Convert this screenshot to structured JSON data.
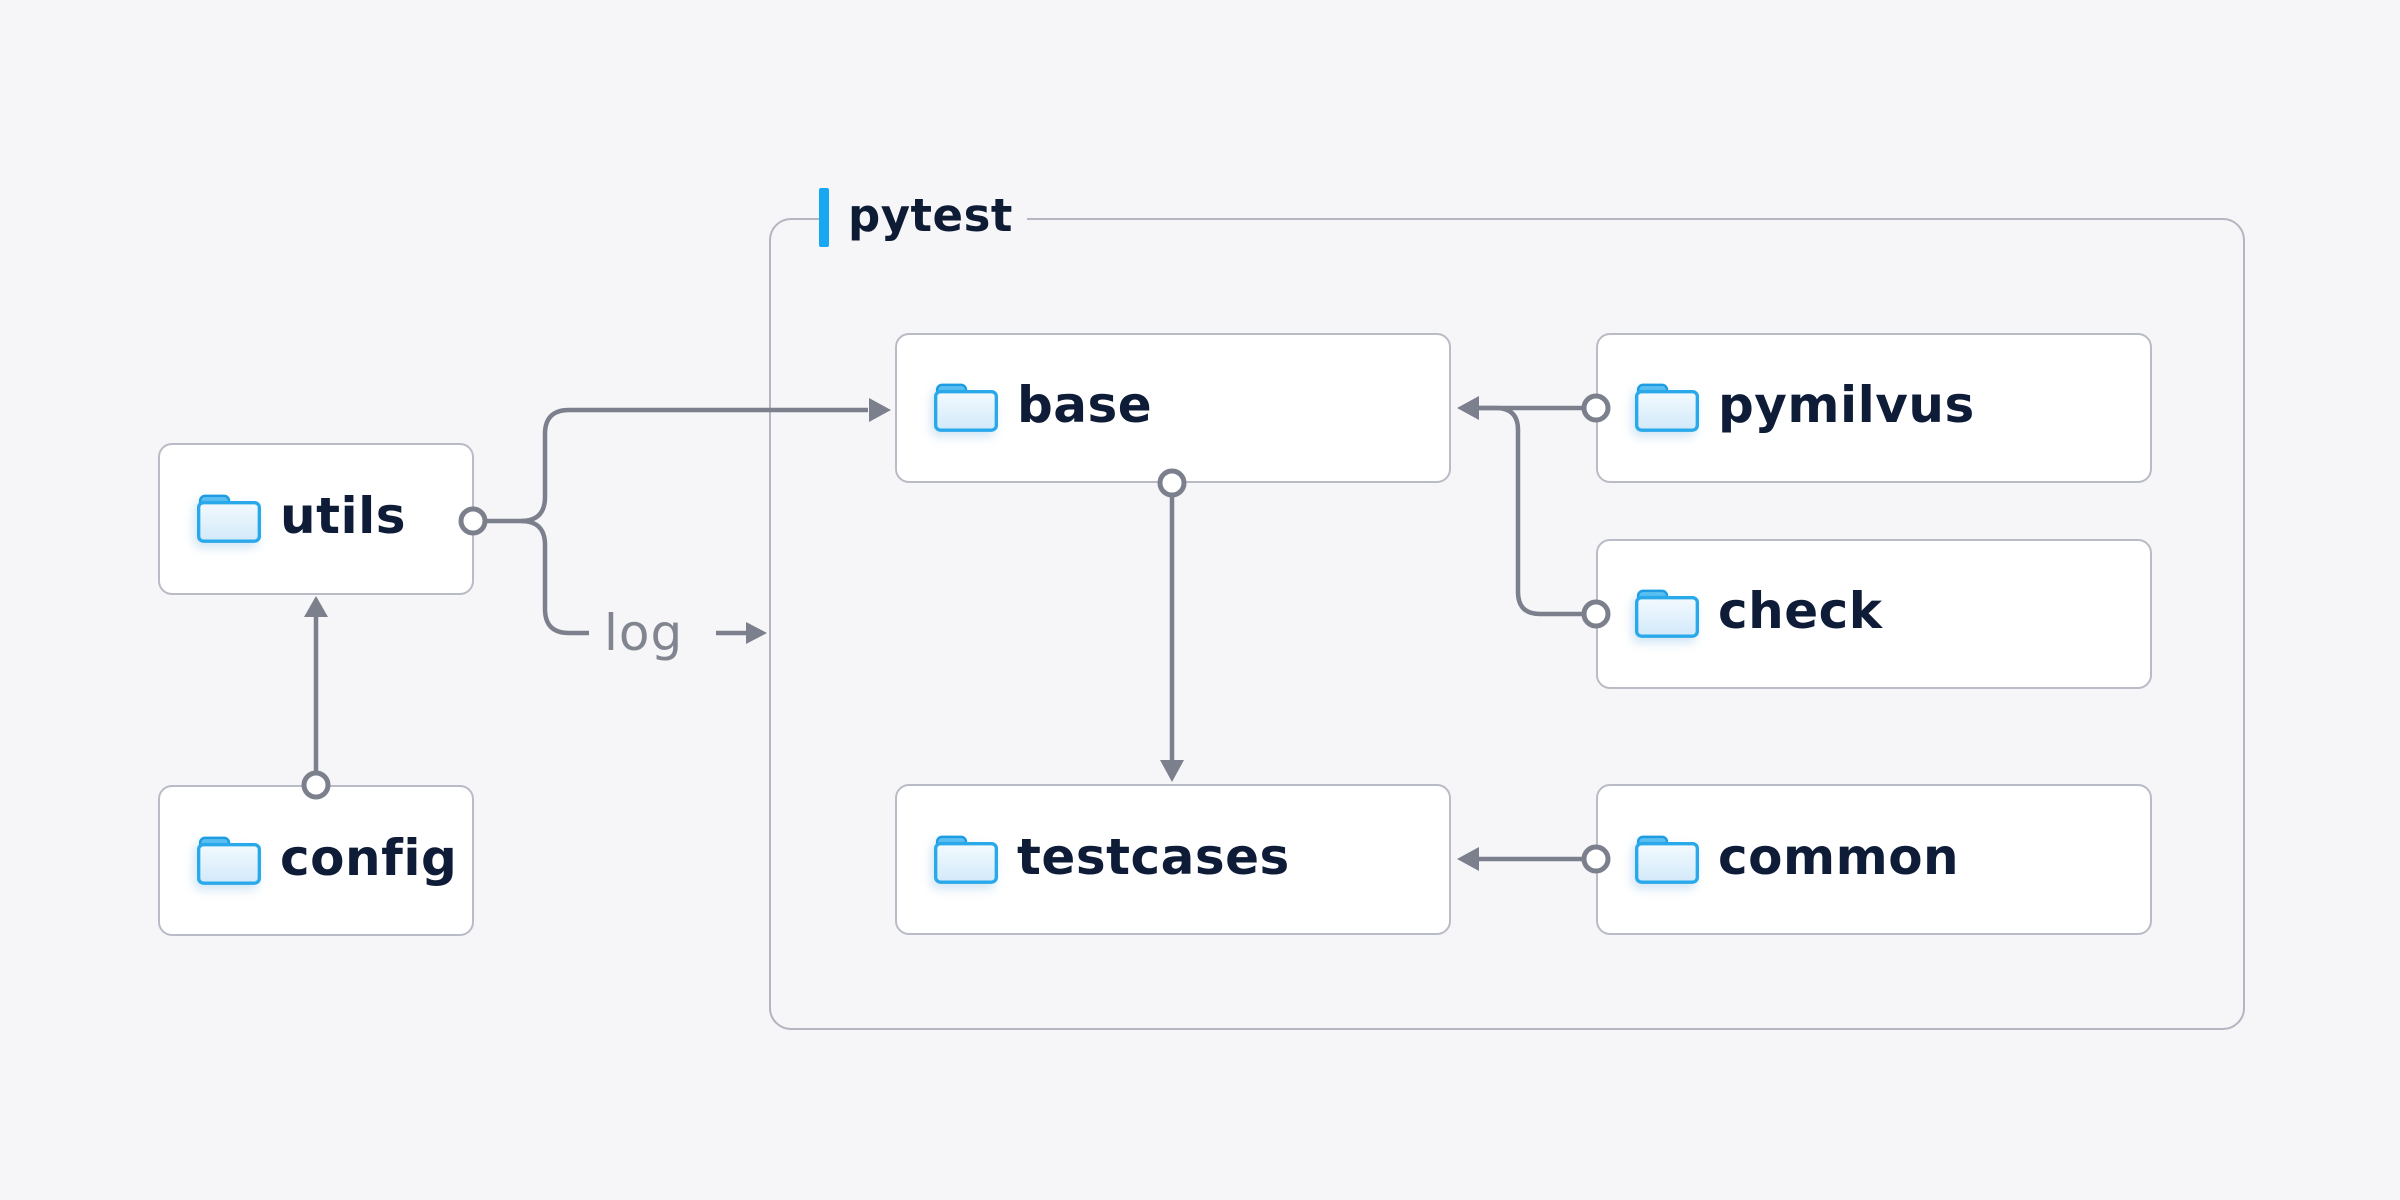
{
  "diagram": {
    "container": {
      "label": "pytest"
    },
    "nodes": {
      "utils": {
        "label": "utils"
      },
      "config": {
        "label": "config"
      },
      "base": {
        "label": "base"
      },
      "pymilvus": {
        "label": "pymilvus"
      },
      "check": {
        "label": "check"
      },
      "testcases": {
        "label": "testcases"
      },
      "common": {
        "label": "common"
      }
    },
    "log_branch": {
      "label": "log"
    },
    "edges": [
      {
        "from": "config",
        "to": "utils"
      },
      {
        "from": "utils",
        "to": "base"
      },
      {
        "from": "utils",
        "to": "log",
        "label": "log"
      },
      {
        "from": "pymilvus",
        "to": "base"
      },
      {
        "from": "check",
        "to": "base"
      },
      {
        "from": "base",
        "to": "testcases"
      },
      {
        "from": "common",
        "to": "testcases"
      }
    ],
    "colors": {
      "background": "#f6f6f8",
      "node_fill": "#ffffff",
      "node_border": "#b9bcc6",
      "container_border": "#b4b5c1",
      "connector_gray": "#7b808c",
      "label_navy": "#0e1c38",
      "accent_blue": "#18a7f3",
      "folder_border_blue": "#2aa9ea",
      "folder_tab_blue": "#45b5ee",
      "log_text_gray": "#81858f"
    },
    "icons": {
      "node_icon": "folder-icon"
    }
  }
}
